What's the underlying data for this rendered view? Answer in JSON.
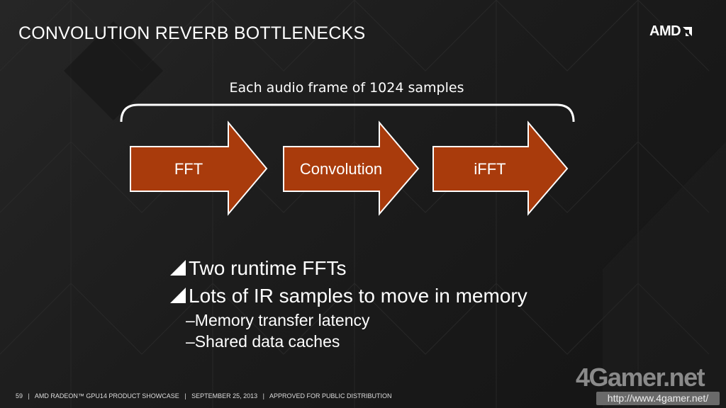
{
  "slide": {
    "title": "CONVOLUTION REVERB BOTTLENECKS",
    "logo": "AMD"
  },
  "diagram": {
    "frame_label": "Each audio frame of 1024 samples",
    "steps": [
      "FFT",
      "Convolution",
      "iFFT"
    ],
    "arrow_color": "#a93b0c"
  },
  "bullets": [
    {
      "text": "Two runtime FFTs",
      "sub": []
    },
    {
      "text": "Lots of IR samples to move in memory",
      "sub": [
        "Memory transfer latency",
        "Shared data caches"
      ]
    }
  ],
  "footer": {
    "page": "59",
    "event": "AMD RADEON™ GPU14 PRODUCT SHOWCASE",
    "date": "SEPTEMBER 25, 2013",
    "note": "APPROVED FOR PUBLIC DISTRIBUTION"
  },
  "watermark": {
    "brand": "4Gamer.net",
    "url": "http://www.4gamer.net/"
  }
}
